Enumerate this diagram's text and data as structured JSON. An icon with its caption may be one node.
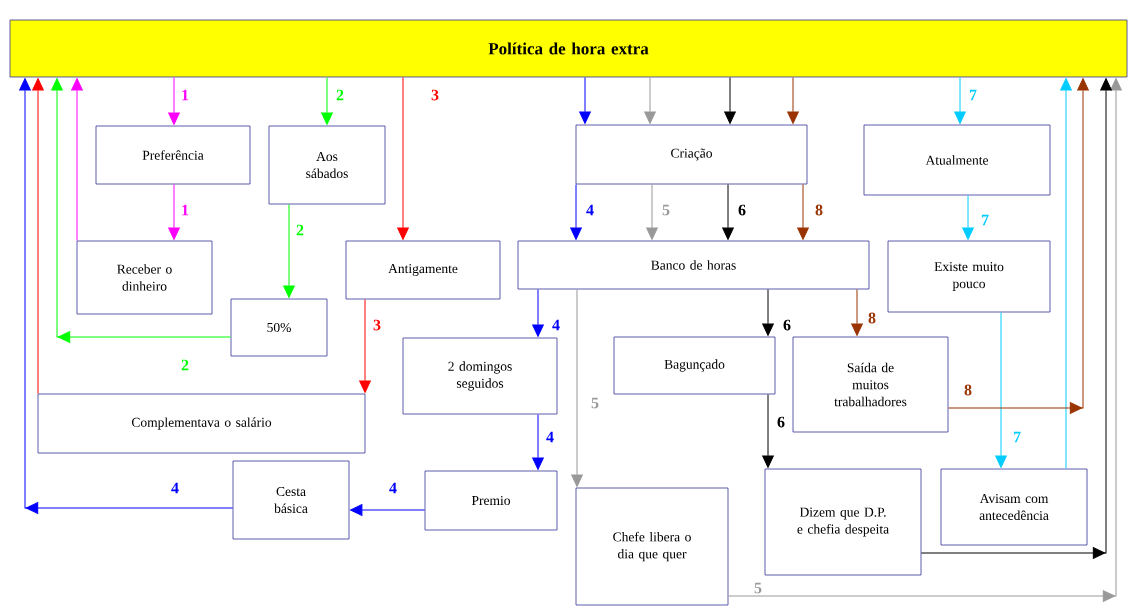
{
  "diagram": {
    "nodes": [
      {
        "text": [
          "Política de hora extra"
        ]
      },
      {
        "text": [
          "Preferência"
        ]
      },
      {
        "text": [
          "Aos sábados"
        ]
      },
      {
        "text": [
          "Receber o dinheiro"
        ]
      },
      {
        "text": [
          "Antigamente"
        ]
      },
      {
        "text": [
          "Criação"
        ]
      },
      {
        "text": [
          "Atualmente"
        ]
      },
      {
        "text": [
          "Banco de horas"
        ]
      },
      {
        "text": [
          "Existe muito pouco"
        ]
      },
      {
        "text": [
          "50%"
        ]
      },
      {
        "text": [
          "2 domingos seguidos"
        ]
      },
      {
        "text": [
          "Bagunçado"
        ]
      },
      {
        "text": [
          "Saída de muitos trabalhadores"
        ]
      },
      {
        "text": [
          "Complementava o salário"
        ]
      },
      {
        "text": [
          "Cesta básica"
        ]
      },
      {
        "text": [
          "Premio"
        ]
      },
      {
        "text": [
          "Chefe libera o dia que quer"
        ]
      },
      {
        "text": [
          "Dizem que D.P. e chefia despeita"
        ]
      },
      {
        "text": [
          "Avisam com antecedência"
        ]
      }
    ],
    "edges": [
      {
        "from": 0,
        "to": 1,
        "arrow": "to",
        "label": "1",
        "color": "#ff00ff"
      },
      {
        "from": 1,
        "to": 3,
        "arrow": "to",
        "label": "1",
        "color": "#ff00ff"
      },
      {
        "from": 3,
        "to": 0,
        "arrow": "to",
        "color": "#ff00ff"
      },
      {
        "from": 0,
        "to": 2,
        "arrow": "to",
        "label": "2",
        "color": "#00ff00"
      },
      {
        "from": 2,
        "to": 9,
        "arrow": "to",
        "label": "2",
        "color": "#00ff00"
      },
      {
        "from": 9,
        "to": 0,
        "arrow": "to",
        "label": "2",
        "color": "#00ff00"
      },
      {
        "from": 0,
        "to": 4,
        "arrow": "to",
        "label": "3",
        "color": "#ff0000"
      },
      {
        "from": 4,
        "to": 13,
        "arrow": "to",
        "label": "3",
        "color": "#ff0000"
      },
      {
        "from": 13,
        "to": 0,
        "arrow": "to",
        "color": "#ff0000"
      },
      {
        "from": 0,
        "to": 5,
        "arrow": "to",
        "color": "#0000ff"
      },
      {
        "from": 5,
        "to": 7,
        "arrow": "to",
        "label": "4",
        "color": "#0000ff"
      },
      {
        "from": 7,
        "to": 10,
        "arrow": "to",
        "label": "4",
        "color": "#0000ff"
      },
      {
        "from": 10,
        "to": 15,
        "arrow": "to",
        "label": "4",
        "color": "#0000ff"
      },
      {
        "from": 15,
        "to": 14,
        "arrow": "to",
        "label": "4",
        "color": "#0000ff"
      },
      {
        "from": 14,
        "to": 0,
        "arrow": "to",
        "label": "4",
        "color": "#0000ff"
      },
      {
        "from": 0,
        "to": 5,
        "arrow": "to",
        "color": "#999999"
      },
      {
        "from": 5,
        "to": 7,
        "arrow": "to",
        "label": "5",
        "color": "#999999"
      },
      {
        "from": 7,
        "to": 16,
        "arrow": "to",
        "label": "5",
        "color": "#999999"
      },
      {
        "from": 16,
        "to": 0,
        "arrow": "to",
        "label": "5",
        "color": "#999999"
      },
      {
        "from": 0,
        "to": 5,
        "arrow": "to",
        "color": "#000000"
      },
      {
        "from": 5,
        "to": 7,
        "arrow": "to",
        "label": "6",
        "color": "#000000"
      },
      {
        "from": 7,
        "to": 11,
        "arrow": "to",
        "label": "6",
        "color": "#000000"
      },
      {
        "from": 11,
        "to": 17,
        "arrow": "to",
        "label": "6",
        "color": "#000000"
      },
      {
        "from": 17,
        "to": 0,
        "arrow": "to",
        "color": "#000000"
      },
      {
        "from": 0,
        "to": 6,
        "arrow": "to",
        "label": "7",
        "color": "#00ccff"
      },
      {
        "from": 6,
        "to": 8,
        "arrow": "to",
        "label": "7",
        "color": "#00ccff"
      },
      {
        "from": 8,
        "to": 18,
        "arrow": "to",
        "label": "7",
        "color": "#00ccff"
      },
      {
        "from": 18,
        "to": 0,
        "arrow": "to",
        "color": "#00ccff"
      },
      {
        "from": 0,
        "to": 5,
        "arrow": "to",
        "color": "#993300"
      },
      {
        "from": 5,
        "to": 7,
        "arrow": "to",
        "label": "8",
        "color": "#993300"
      },
      {
        "from": 7,
        "to": 12,
        "arrow": "to",
        "label": "8",
        "color": "#993300"
      },
      {
        "from": 12,
        "to": 0,
        "arrow": "to",
        "label": "8",
        "color": "#993300"
      }
    ]
  }
}
